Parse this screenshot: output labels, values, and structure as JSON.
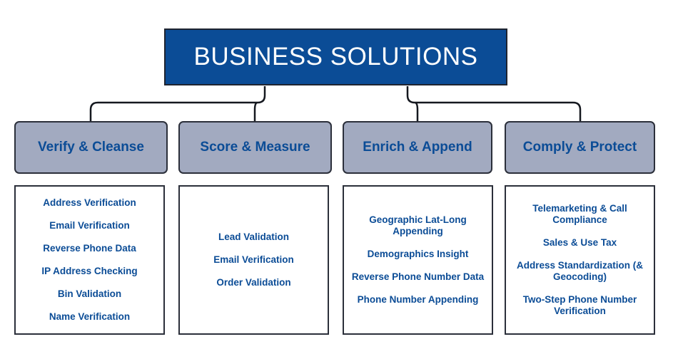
{
  "title": "BUSINESS SOLUTIONS",
  "colors": {
    "brand": "#0b4c96",
    "category_fill": "#a2aac0",
    "border": "#2b2f3a"
  },
  "categories": [
    {
      "label": "Verify & Cleanse",
      "items": [
        "Address Verification",
        "Email Verification",
        "Reverse Phone Data",
        "IP Address Checking",
        "Bin Validation",
        "Name Verification"
      ]
    },
    {
      "label": "Score & Measure",
      "items": [
        "Lead Validation",
        "Email Verification",
        "Order Validation"
      ]
    },
    {
      "label": "Enrich & Append",
      "items": [
        "Geographic Lat-Long Appending",
        "Demographics Insight",
        "Reverse Phone Number Data",
        "Phone Number Appending"
      ]
    },
    {
      "label": "Comply & Protect",
      "items": [
        "Telemarketing & Call Compliance",
        "Sales & Use Tax",
        "Address Standardization (& Geocoding)",
        "Two-Step Phone Number Verification"
      ]
    }
  ]
}
